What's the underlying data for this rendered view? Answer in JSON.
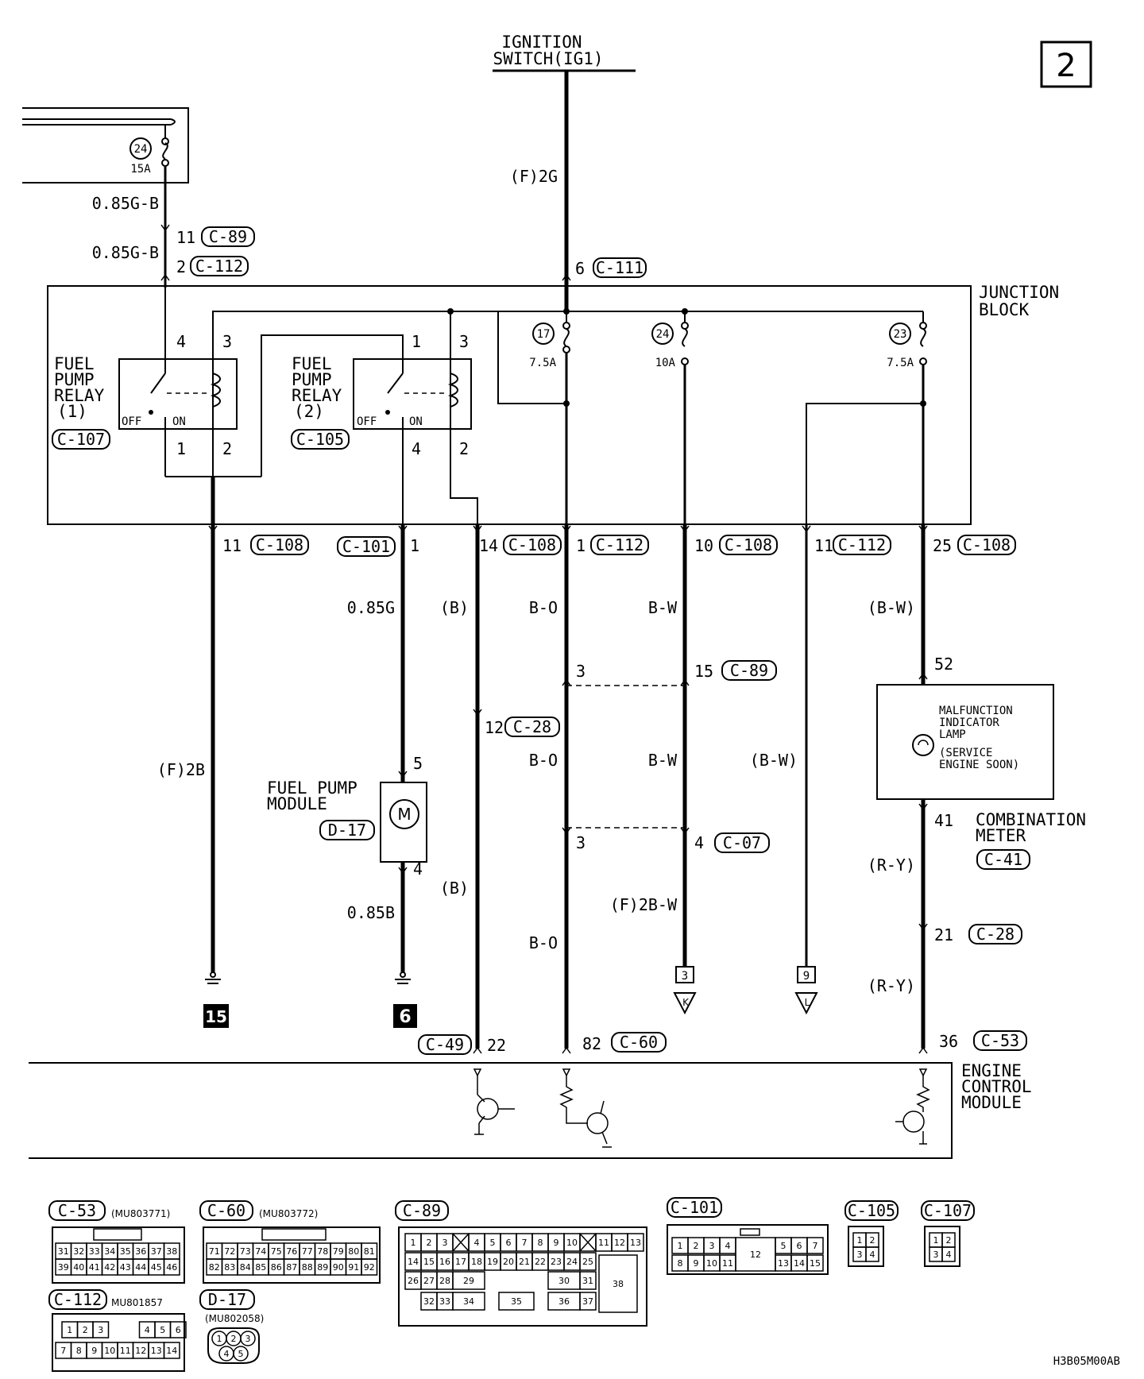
{
  "page_badge": "2",
  "doc_code": "H3B05M00AB",
  "ignition": {
    "line1": "IGNITION",
    "line2": "SWITCH(IG1)",
    "wire": "(F)2G",
    "conn_pin": "6",
    "conn": "C-111"
  },
  "left_fuse": {
    "num": "24",
    "rating": "15A",
    "wire1": "0.85G-B",
    "wire2": "0.85G-B",
    "pin1": "11",
    "conn1": "C-89",
    "pin2": "2",
    "conn2": "C-112"
  },
  "junction_block": {
    "line1": "JUNCTION",
    "line2": "BLOCK"
  },
  "relay1": {
    "l1": "FUEL",
    "l2": "PUMP",
    "l3": "RELAY",
    "l4": "(1)",
    "conn": "C-107",
    "pin_tl": "4",
    "pin_tr": "3",
    "pin_bl": "1",
    "pin_br": "2",
    "off": "OFF",
    "on": "ON"
  },
  "relay2": {
    "l1": "FUEL",
    "l2": "PUMP",
    "l3": "RELAY",
    "l4": "(2)",
    "conn": "C-105",
    "pin_tl": "1",
    "pin_tr": "3",
    "pin_bl": "4",
    "pin_br": "2",
    "off": "OFF",
    "on": "ON"
  },
  "fuses": [
    {
      "num": "17",
      "rating": "7.5A"
    },
    {
      "num": "24",
      "rating": "10A"
    },
    {
      "num": "23",
      "rating": "7.5A"
    }
  ],
  "jb_out": [
    {
      "pin": "11",
      "conn": "C-108"
    },
    {
      "pin": "1",
      "conn": "C-101"
    },
    {
      "pin": "14",
      "conn": "C-108"
    },
    {
      "pin": "1",
      "conn": "C-112"
    },
    {
      "pin": "10",
      "conn": "C-108"
    },
    {
      "pin": "11",
      "conn": "C-112"
    },
    {
      "pin": "25",
      "conn": "C-108"
    }
  ],
  "wires": {
    "w1": "(F)2B",
    "w2a": "0.85G",
    "w2b": "0.85B",
    "w3a": "(B)",
    "w3b": "(B)",
    "w4a": "B-O",
    "w4b": "B-O",
    "w4c": "B-O",
    "w5a": "B-W",
    "w5b": "B-W",
    "w5c": "(F)2B-W",
    "w6": "(B-W)",
    "w7a": "(B-W)",
    "w7b": "(R-Y)",
    "w7c": "(R-Y)"
  },
  "mid_conns": {
    "c28_pin": "12",
    "c28": "C-28",
    "c89_left": "3",
    "c89_pin": "15",
    "c89": "C-89",
    "c07_left": "3",
    "c07_pin": "4",
    "c07": "C-07",
    "meter_in": "52",
    "meter_out": "41",
    "c28b_pin": "21",
    "c28b": "C-28"
  },
  "pump": {
    "l1": "FUEL PUMP",
    "l2": "MODULE",
    "conn": "D-17",
    "pin_top": "5",
    "pin_bot": "4",
    "motor": "M"
  },
  "mil": {
    "l1": "MALFUNCTION",
    "l2": "INDICATOR",
    "l3": "LAMP",
    "l4": "(SERVICE",
    "l5": "ENGINE SOON)"
  },
  "meter": {
    "l1": "COMBINATION",
    "l2": "METER",
    "conn": "C-41"
  },
  "grounds": {
    "g1": "15",
    "g2": "6"
  },
  "offpage": {
    "k_num": "3",
    "k_letter": "K",
    "l_num": "9",
    "l_letter": "L"
  },
  "ecm": {
    "l1": "ENGINE",
    "l2": "CONTROL",
    "l3": "MODULE",
    "a_conn": "C-49",
    "a_pin": "22",
    "b_pin": "82",
    "b_conn": "C-60",
    "c_pin": "36",
    "c_conn": "C-53"
  },
  "connectors": {
    "c53": {
      "name": "C-53",
      "part": "(MU803771)",
      "row1": [
        "31",
        "32",
        "33",
        "34",
        "35",
        "36",
        "37",
        "38"
      ],
      "row2": [
        "39",
        "40",
        "41",
        "42",
        "43",
        "44",
        "45",
        "46"
      ]
    },
    "c60": {
      "name": "C-60",
      "part": "(MU803772)",
      "row1": [
        "71",
        "72",
        "73",
        "74",
        "75",
        "76",
        "77",
        "78",
        "79",
        "80",
        "81"
      ],
      "row2": [
        "82",
        "83",
        "84",
        "85",
        "86",
        "87",
        "88",
        "89",
        "90",
        "91",
        "92"
      ]
    },
    "c112": {
      "name": "C-112",
      "part": "MU801857",
      "row1": [
        "1",
        "2",
        "3",
        "",
        "4",
        "5",
        "6"
      ],
      "row2": [
        "7",
        "8",
        "9",
        "10",
        "11",
        "12",
        "13",
        "14"
      ]
    },
    "d17": {
      "name": "D-17",
      "part": "(MU802058)",
      "top": [
        "1",
        "2",
        "3"
      ],
      "bot": [
        "4",
        "5"
      ]
    },
    "c89": {
      "name": "C-89"
    },
    "c101": {
      "name": "C-101",
      "row1": [
        "1",
        "2",
        "3",
        "4",
        "5",
        "6",
        "7"
      ],
      "row2": [
        "8",
        "9",
        "10",
        "11",
        "13",
        "14",
        "15"
      ],
      "center": "12"
    },
    "c105": {
      "name": "C-105",
      "cells": [
        "1",
        "2",
        "3",
        "4"
      ]
    },
    "c107": {
      "name": "C-107",
      "cells": [
        "1",
        "2",
        "3",
        "4"
      ]
    }
  }
}
